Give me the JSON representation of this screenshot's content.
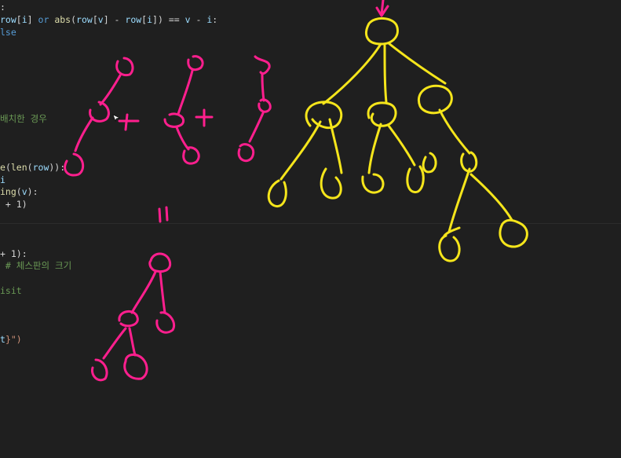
{
  "editor": {
    "lines": [
      {
        "text": ":"
      },
      {
        "text": "row[i] or abs(row[v] - row[i]) == v - i:"
      },
      {
        "text": "lse"
      },
      {
        "text": "배치한 경우"
      },
      {
        "text": "e(len(row)):"
      },
      {
        "text": "i"
      },
      {
        "text": "ing(v):"
      },
      {
        "text": " + 1)"
      },
      {
        "text": "+ 1):"
      },
      {
        "text": " # 체스판의 크기"
      },
      {
        "text": "isit"
      },
      {
        "text": "t}\")"
      }
    ]
  },
  "annotations": {
    "pen_colors": {
      "pink": "#ff1f8e",
      "yellow": "#f5e51b"
    },
    "pink_marks": [
      "+",
      "+",
      "\""
    ]
  },
  "theme": {
    "background": "#1f1f1f",
    "keyword": "#569cd6",
    "comment": "#6a9955"
  }
}
